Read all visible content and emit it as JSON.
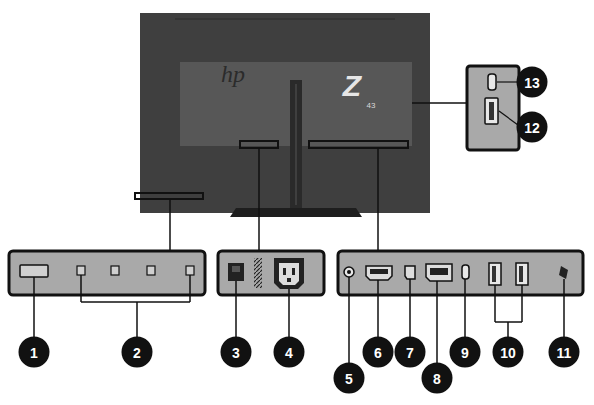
{
  "diagram": {
    "labels": [
      "hp",
      "Z",
      "43",
      "13",
      "12",
      "1",
      "2",
      "3",
      "4",
      "5",
      "6",
      "7",
      "8",
      "9",
      "10",
      "11"
    ]
  }
}
